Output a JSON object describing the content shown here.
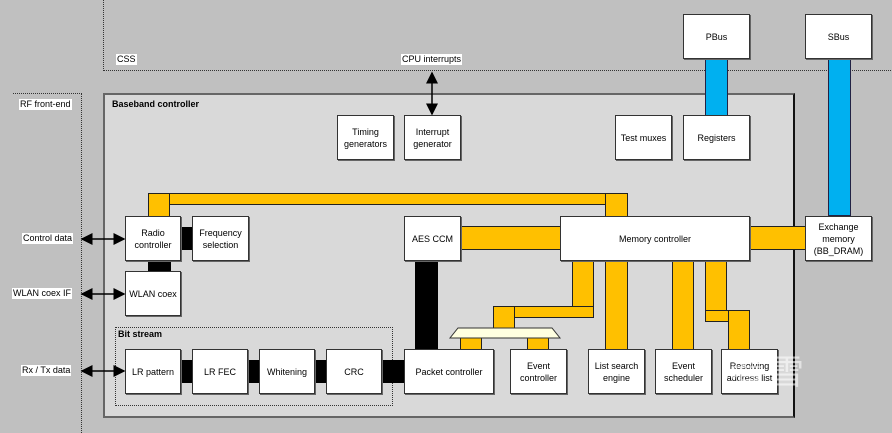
{
  "regions": {
    "css": "CSS",
    "rf_front_end": "RF front-end",
    "baseband_controller": "Baseband controller",
    "bit_stream": "Bit stream"
  },
  "external_signals": {
    "cpu_interrupts": "CPU interrupts",
    "control_data": "Control data",
    "wlan_coex_if": "WLAN coex IF",
    "rx_tx_data": "Rx / Tx data"
  },
  "blocks": {
    "pbus": "PBus",
    "sbus": "SBus",
    "timing_generators": "Timing generators",
    "interrupt_generator": "Interrupt generator",
    "test_muxes": "Test muxes",
    "registers": "Registers",
    "radio_controller": "Radio controller",
    "frequency_selection": "Frequency selection",
    "wlan_coex": "WLAN coex",
    "aes_ccm": "AES CCM",
    "memory_controller": "Memory controller",
    "exchange_memory": "Exchange memory (BB_DRAM)",
    "lr_pattern": "LR pattern",
    "lr_fec": "LR FEC",
    "whitening": "Whitening",
    "crc": "CRC",
    "packet_controller": "Packet controller",
    "event_controller": "Event controller",
    "list_search_engine": "List search engine",
    "event_scheduler": "Event scheduler",
    "resolving_address_list": "Resolving address list"
  },
  "colors": {
    "memory_bus": "#ffc000",
    "system_bus": "#00b0f0",
    "data_path": "#000000",
    "background": "#c0c0c0",
    "baseband_fill": "#d9d9d9"
  },
  "watermark": "看雪"
}
